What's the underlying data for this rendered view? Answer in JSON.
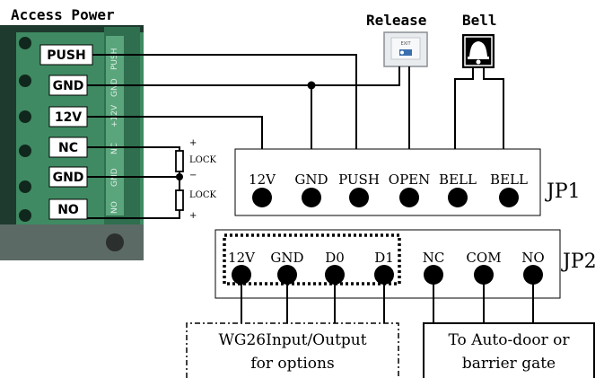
{
  "access_power": {
    "title": "Access Power",
    "terminals": [
      "PUSH",
      "GND",
      "12V",
      "NC",
      "GND",
      "NO"
    ],
    "block_print": [
      "PUSH",
      "GND",
      "+12V",
      "NC",
      "GND",
      "NO"
    ]
  },
  "lock": {
    "plus_top": "+",
    "label_top": "LOCK",
    "minus": "−",
    "label_bottom": "LOCK",
    "plus_bottom": "+"
  },
  "release": {
    "title": "Release",
    "device_text": "EXIT"
  },
  "bell": {
    "title": "Bell"
  },
  "jp1": {
    "name": "JP1",
    "pins": [
      "12V",
      "GND",
      "PUSH",
      "OPEN",
      "BELL",
      "BELL"
    ]
  },
  "jp2": {
    "name": "JP2",
    "pins": [
      "12V",
      "GND",
      "D0",
      "D1",
      "NC",
      "COM",
      "NO"
    ]
  },
  "notes": {
    "wiegand_line1": "WG26Input/Output",
    "wiegand_line2": "for options",
    "auto_line1": "To Auto-door or",
    "auto_line2": "barrier gate"
  },
  "colors": {
    "block_green": "#3f8a62",
    "block_dark": "#14352a",
    "wire": "#000000"
  }
}
